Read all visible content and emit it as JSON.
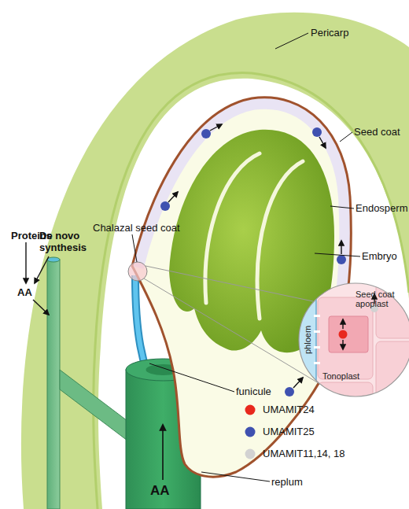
{
  "diagram": {
    "nodes": [
      {
        "text": [
          "Seed coat apoplast",
          "Tonoplast"
        ]
      },
      {
        "text": [
          "phloem"
        ],
        "in": 0
      }
    ],
    "labels": [
      "Pericarp",
      "Seed coat",
      "Endosperm",
      "Embryo",
      "Chalazal seed coat",
      "Proteins",
      "De novo synthesis",
      "AA",
      "funicule",
      "replum",
      "AA"
    ],
    "legend": [
      {
        "text": "UMAMIT24",
        "color": "#e8281e"
      },
      {
        "text": "UMAMIT25",
        "color": "#3f51b0"
      },
      {
        "text": "UMAMIT11,14, 18",
        "color": "#d2d2d2"
      }
    ]
  }
}
